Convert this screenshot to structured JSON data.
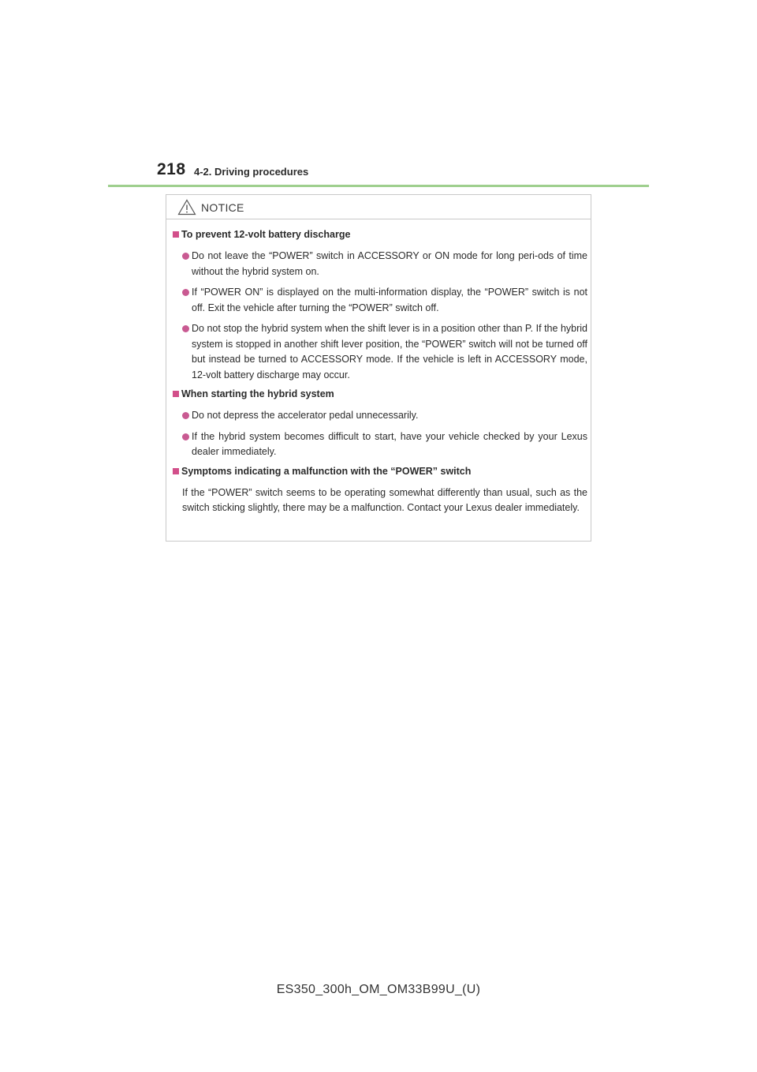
{
  "header": {
    "page_number": "218",
    "section": "4-2. Driving procedures"
  },
  "notice": {
    "label": "NOTICE",
    "icon": "warning-triangle-icon",
    "sections": [
      {
        "heading": "To prevent 12-volt battery discharge",
        "bullets": [
          "Do not leave the “POWER” switch in ACCESSORY or ON mode for long peri-ods of time without the hybrid system on.",
          "If “POWER ON” is displayed on the multi-information display, the “POWER” switch is not off. Exit the vehicle after turning the “POWER” switch off.",
          "Do not stop the hybrid system when the shift lever is in a position other than P. If the hybrid system is stopped in another shift lever position, the “POWER” switch will not be turned off but instead be turned to ACCESSORY mode. If the vehicle is left in ACCESSORY mode, 12-volt battery discharge may occur."
        ]
      },
      {
        "heading": "When starting the hybrid system",
        "bullets": [
          "Do not depress the accelerator pedal unnecessarily.",
          "If the hybrid system becomes difficult to start, have your vehicle checked by your Lexus dealer immediately."
        ]
      },
      {
        "heading": "Symptoms indicating a malfunction with the “POWER” switch",
        "paragraph": "If the “POWER” switch seems to be operating somewhat differently than usual, such as the switch sticking slightly, there may be a malfunction. Contact your Lexus dealer immediately."
      }
    ]
  },
  "footer": {
    "code": "ES350_300h_OM_OM33B99U_(U)"
  },
  "colors": {
    "header_rule": "#9fcf8e",
    "bullet_accent": "#c95a92",
    "box_border": "#c9c9c9"
  }
}
